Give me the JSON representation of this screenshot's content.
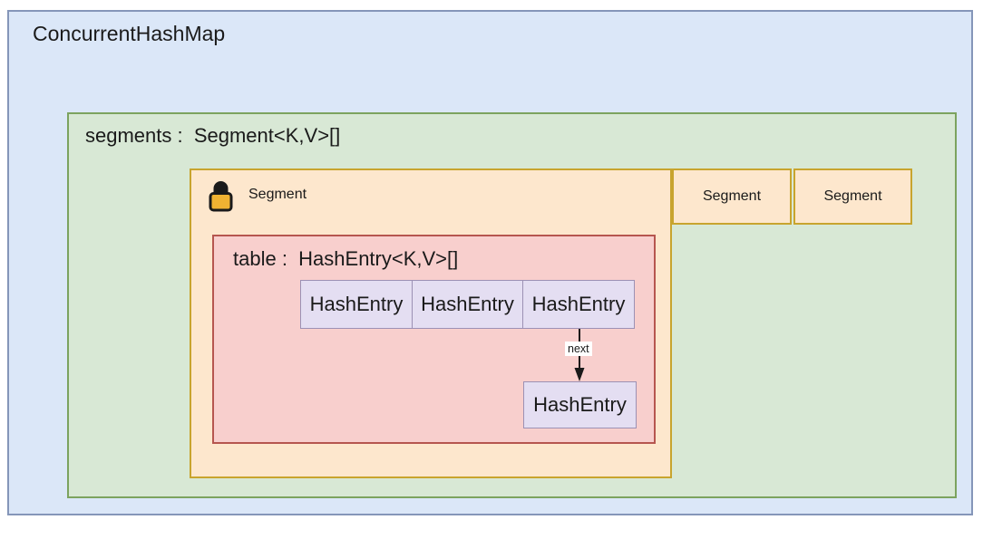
{
  "diagram": {
    "title": "ConcurrentHashMap",
    "segments_array_label": "segments :  Segment<K,V>[]",
    "main_segment": {
      "label": "Segment",
      "icon": "lock-icon"
    },
    "sibling_segments": [
      {
        "label": "Segment"
      },
      {
        "label": "Segment"
      }
    ],
    "table": {
      "label": "table :  HashEntry<K,V>[]",
      "bucket_entries": [
        "HashEntry",
        "HashEntry",
        "HashEntry"
      ],
      "next_pointer_label": "next",
      "chained_entry": "HashEntry"
    },
    "colors": {
      "map_fill": "#dbe7f8",
      "map_border": "#8596b9",
      "segments_fill": "#d8e8d5",
      "segments_border": "#7ca35f",
      "segment_fill": "#fde7cd",
      "segment_border": "#c8a42e",
      "table_fill": "#f8cfcd",
      "table_border": "#b6564f",
      "entry_fill": "#e4def2",
      "entry_border": "#9c91b4",
      "lock_body": "#f0b232",
      "line_color": "#1a1a1a"
    }
  }
}
